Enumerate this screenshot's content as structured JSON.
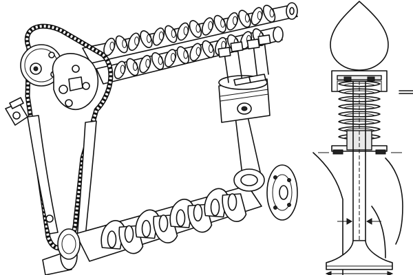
{
  "figure": {
    "left_panel": "engine-valvetrain-assembly",
    "right_panel": "valve-spring-cross-section",
    "colors": {
      "ink": "#111111",
      "paper": "#ffffff",
      "shade": "#e9e9e9"
    },
    "camshafts": 2,
    "chain_sprockets": 2,
    "valve_spring_coils": 8,
    "crank_throws": 4
  }
}
